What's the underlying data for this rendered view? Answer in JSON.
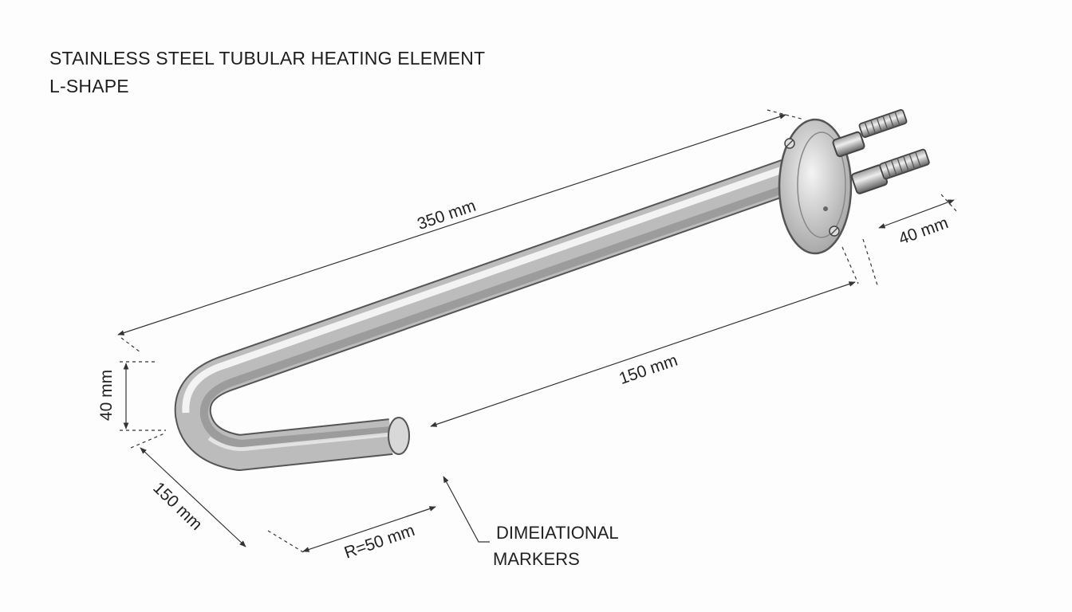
{
  "title": {
    "line1": "STAINLESS STEEL TUBULAR HEATING ELEMENT",
    "line2": "L-SHAPE"
  },
  "dimensions": {
    "overall_length": "350 mm",
    "inner_length": "150 mm",
    "terminal_length": "40 mm",
    "bend_height": "40 mm",
    "leg_length": "150 mm",
    "bend_radius": "R=50 mm"
  },
  "callout": {
    "line1": "DIMEIATIONAL",
    "line2": "MARKERS"
  },
  "colors": {
    "tube_light": "#f2f2f2",
    "tube_mid": "#b8b8b8",
    "tube_dark": "#6e6e6e",
    "line": "#333333"
  }
}
